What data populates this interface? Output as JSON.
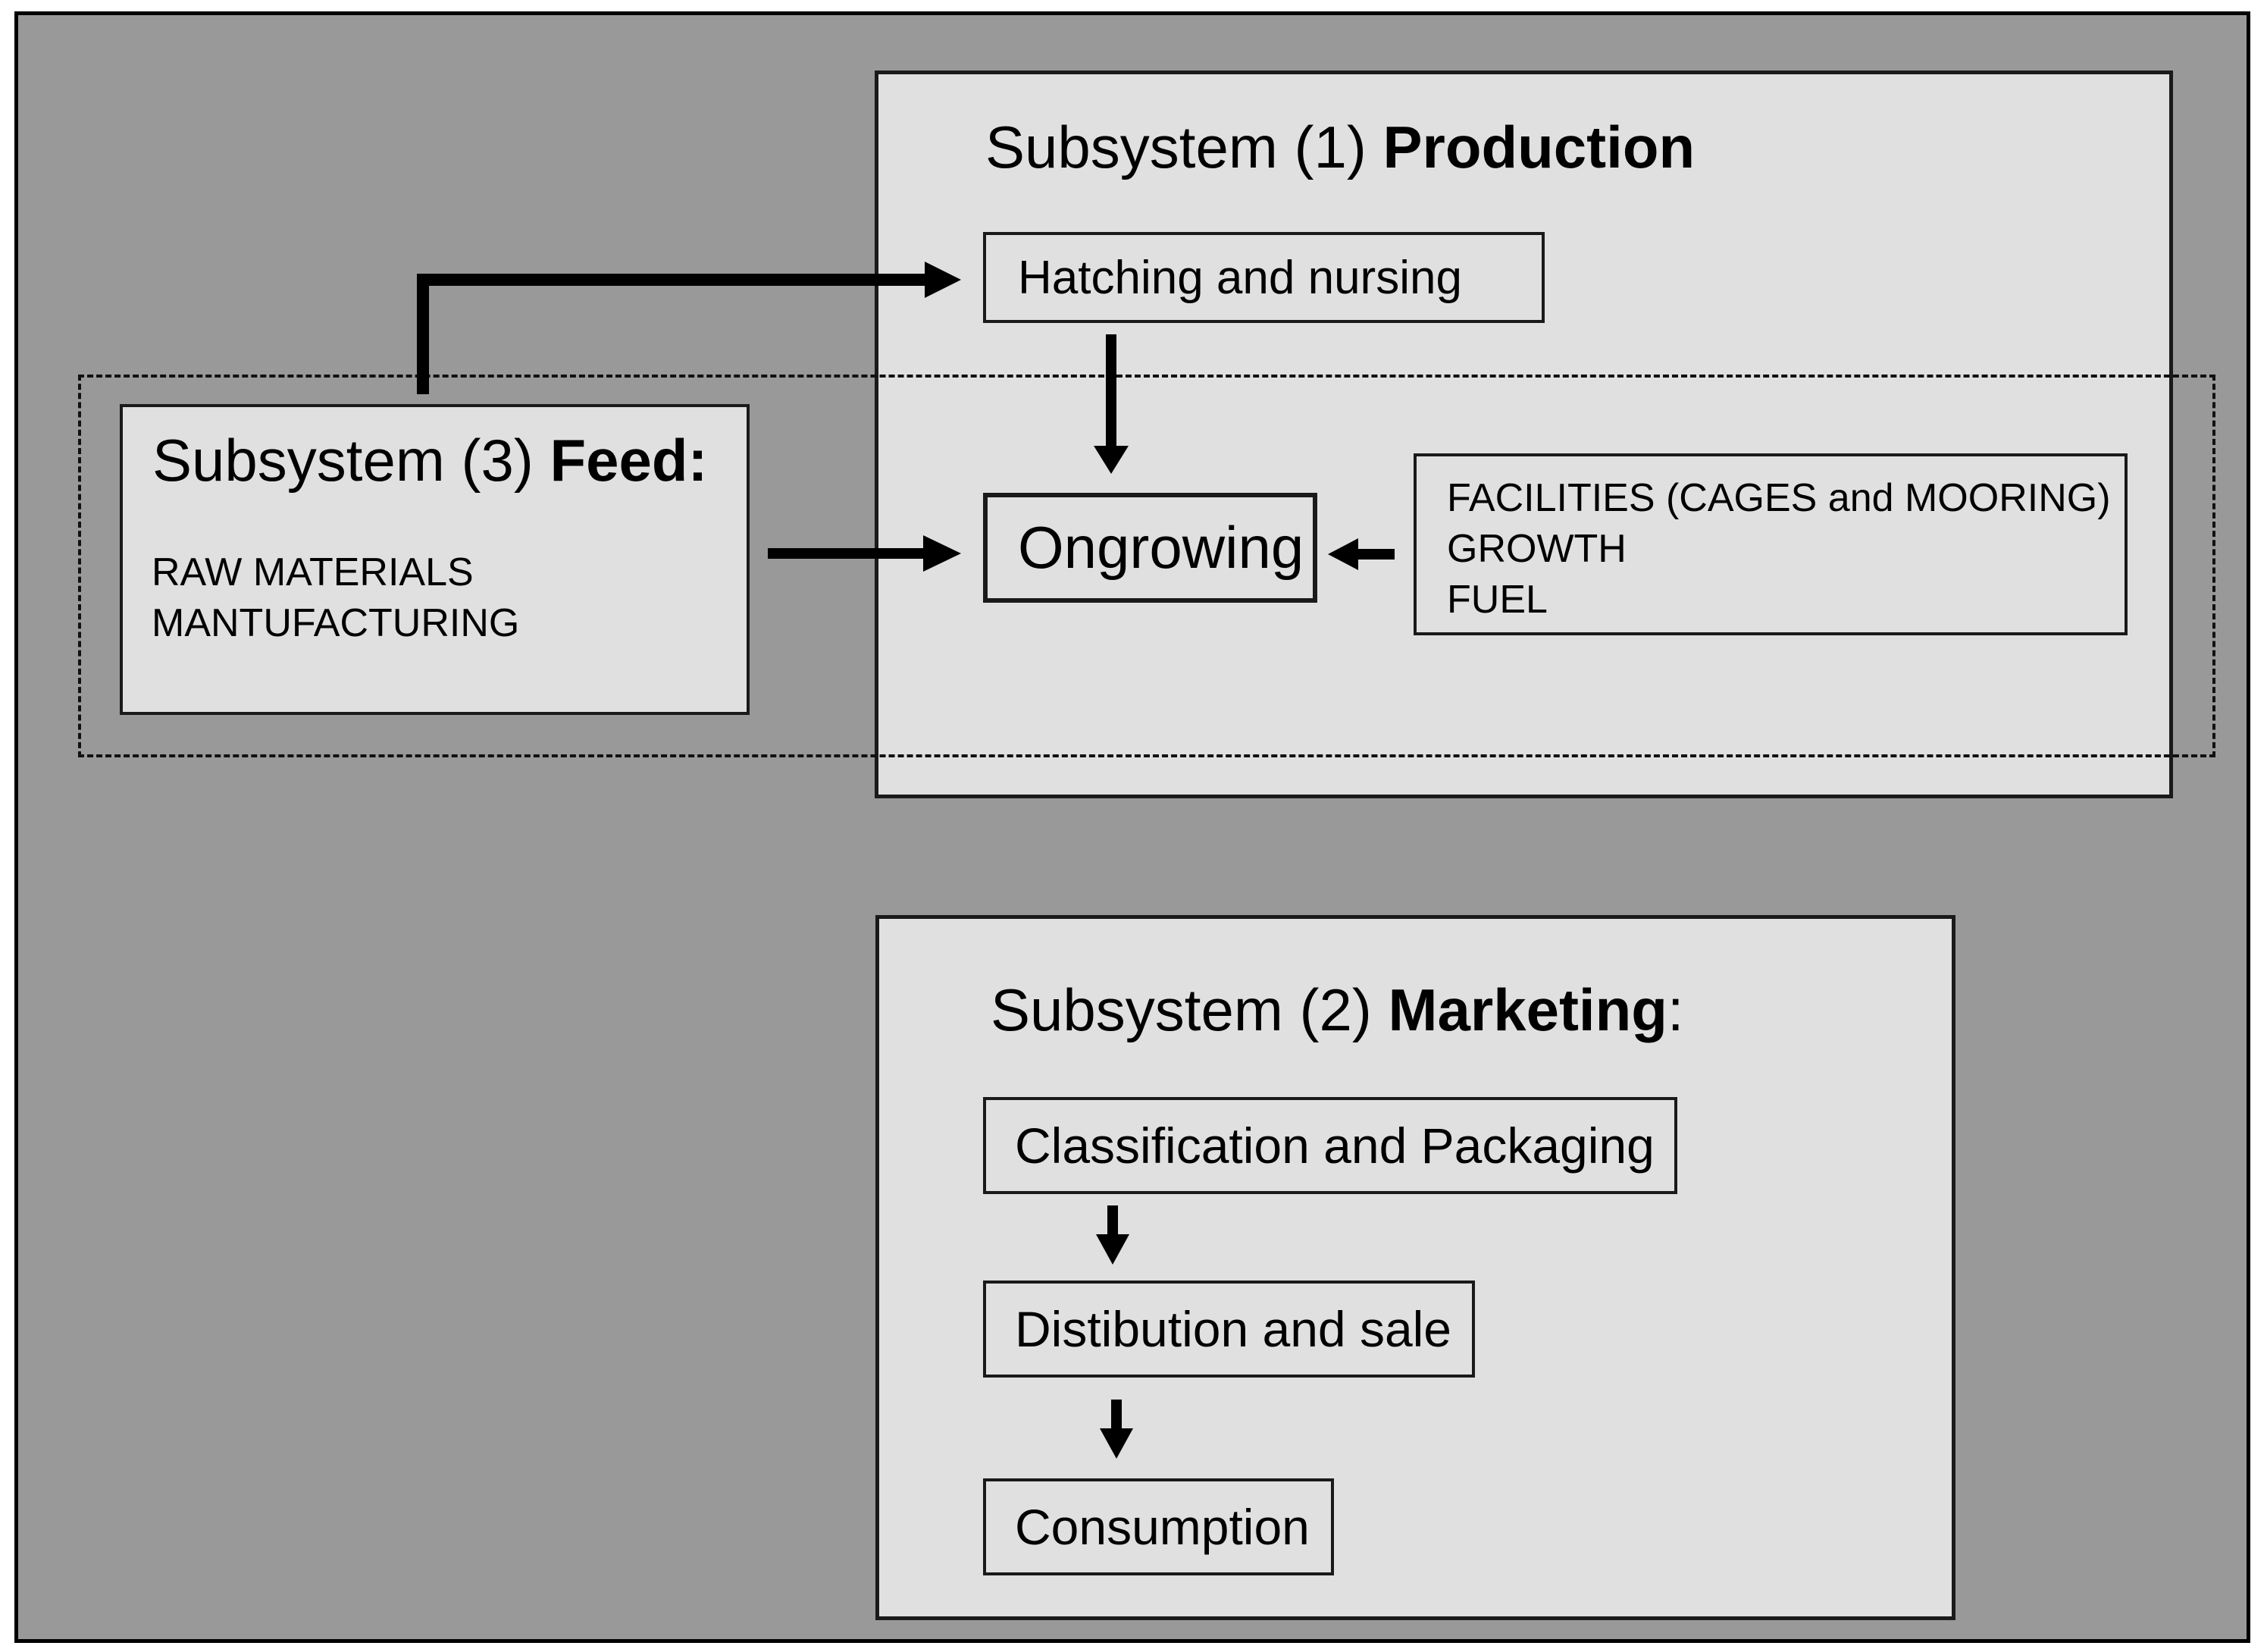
{
  "production": {
    "title_prefix": "Subsystem (1) ",
    "title_bold": "Production",
    "hatching": "Hatching and nursing",
    "ongrowing": "Ongrowing",
    "facilities": [
      "FACILITIES (CAGES and MOORING)",
      "GROWTH",
      "FUEL"
    ]
  },
  "feed": {
    "title_prefix": "Subsystem (3) ",
    "title_bold": "Feed:",
    "items": [
      "RAW MATERIALS",
      "MANTUFACTURING"
    ]
  },
  "marketing": {
    "title_prefix": "Subsystem (2) ",
    "title_bold": "Marketing",
    "title_suffix": ":",
    "steps": [
      "Classification and Packaging",
      "Distibution and sale",
      "Consumption"
    ]
  }
}
